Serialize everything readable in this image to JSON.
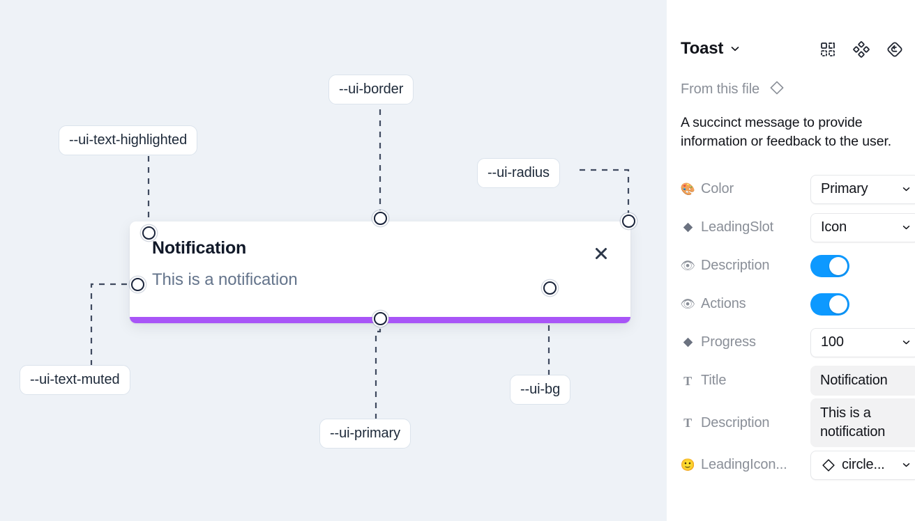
{
  "canvas": {
    "background_color": "#eef2f7",
    "tokens": [
      {
        "id": "ui-border",
        "label": "--ui-border"
      },
      {
        "id": "ui-text-highlighted",
        "label": "--ui-text-highlighted"
      },
      {
        "id": "ui-radius",
        "label": "--ui-radius"
      },
      {
        "id": "ui-text-muted",
        "label": "--ui-text-muted"
      },
      {
        "id": "ui-primary",
        "label": "--ui-primary"
      },
      {
        "id": "ui-bg",
        "label": "--ui-bg"
      }
    ]
  },
  "toast": {
    "title": "Notification",
    "description": "This is a notification",
    "close_icon": "close-x-icon",
    "progress_color": "#a855f7",
    "background_color": "#ffffff",
    "title_color": "#101828",
    "description_color": "#64748b"
  },
  "panel": {
    "title": "Toast",
    "title_chevron": "chevron-down-icon",
    "header_icons": [
      {
        "name": "variants-grid-icon"
      },
      {
        "name": "component-diamonds-icon"
      },
      {
        "name": "reset-instance-icon"
      }
    ],
    "from_file": {
      "label": "From this file",
      "icon": "component-diamond-icon"
    },
    "description": "A succinct message to provide information or feedback to the user.",
    "properties": [
      {
        "id": "color",
        "icon": "palette-emoji",
        "icon_glyph": "🎨",
        "label": "Color",
        "control": "select",
        "value": "Primary"
      },
      {
        "id": "leading-slot",
        "icon": "instance-swap-diamond-icon",
        "icon_glyph": "◆",
        "label": "LeadingSlot",
        "control": "select",
        "value": "Icon"
      },
      {
        "id": "description",
        "icon": "eye-emoji",
        "icon_glyph": "👁",
        "label": "Description",
        "control": "toggle",
        "value": "on"
      },
      {
        "id": "actions",
        "icon": "eye-emoji",
        "icon_glyph": "👁",
        "label": "Actions",
        "control": "toggle",
        "value": "on"
      },
      {
        "id": "progress",
        "icon": "instance-swap-diamond-icon",
        "icon_glyph": "◆",
        "label": "Progress",
        "control": "select",
        "value": "100"
      },
      {
        "id": "title",
        "icon": "text-property-icon",
        "icon_glyph": "T",
        "label": "Title",
        "control": "textfield",
        "value": "Notification"
      },
      {
        "id": "description-text",
        "icon": "text-property-icon",
        "icon_glyph": "T",
        "label": "Description",
        "control": "textfield",
        "value": "This is a notification"
      },
      {
        "id": "leading-icon",
        "icon": "smiley-emoji",
        "icon_glyph": "🙂",
        "label": "LeadingIcon...",
        "control": "select-with-icon",
        "value": "circle...",
        "lead_icon": "component-diamond-icon"
      }
    ]
  },
  "colors": {
    "accent_blue": "#0d99ff",
    "primary_purple": "#a855f7",
    "canvas_bg": "#eef2f7",
    "panel_bg": "#ffffff",
    "pill_border": "#dbe3ec",
    "dash_stroke": "#3f4a5f"
  }
}
